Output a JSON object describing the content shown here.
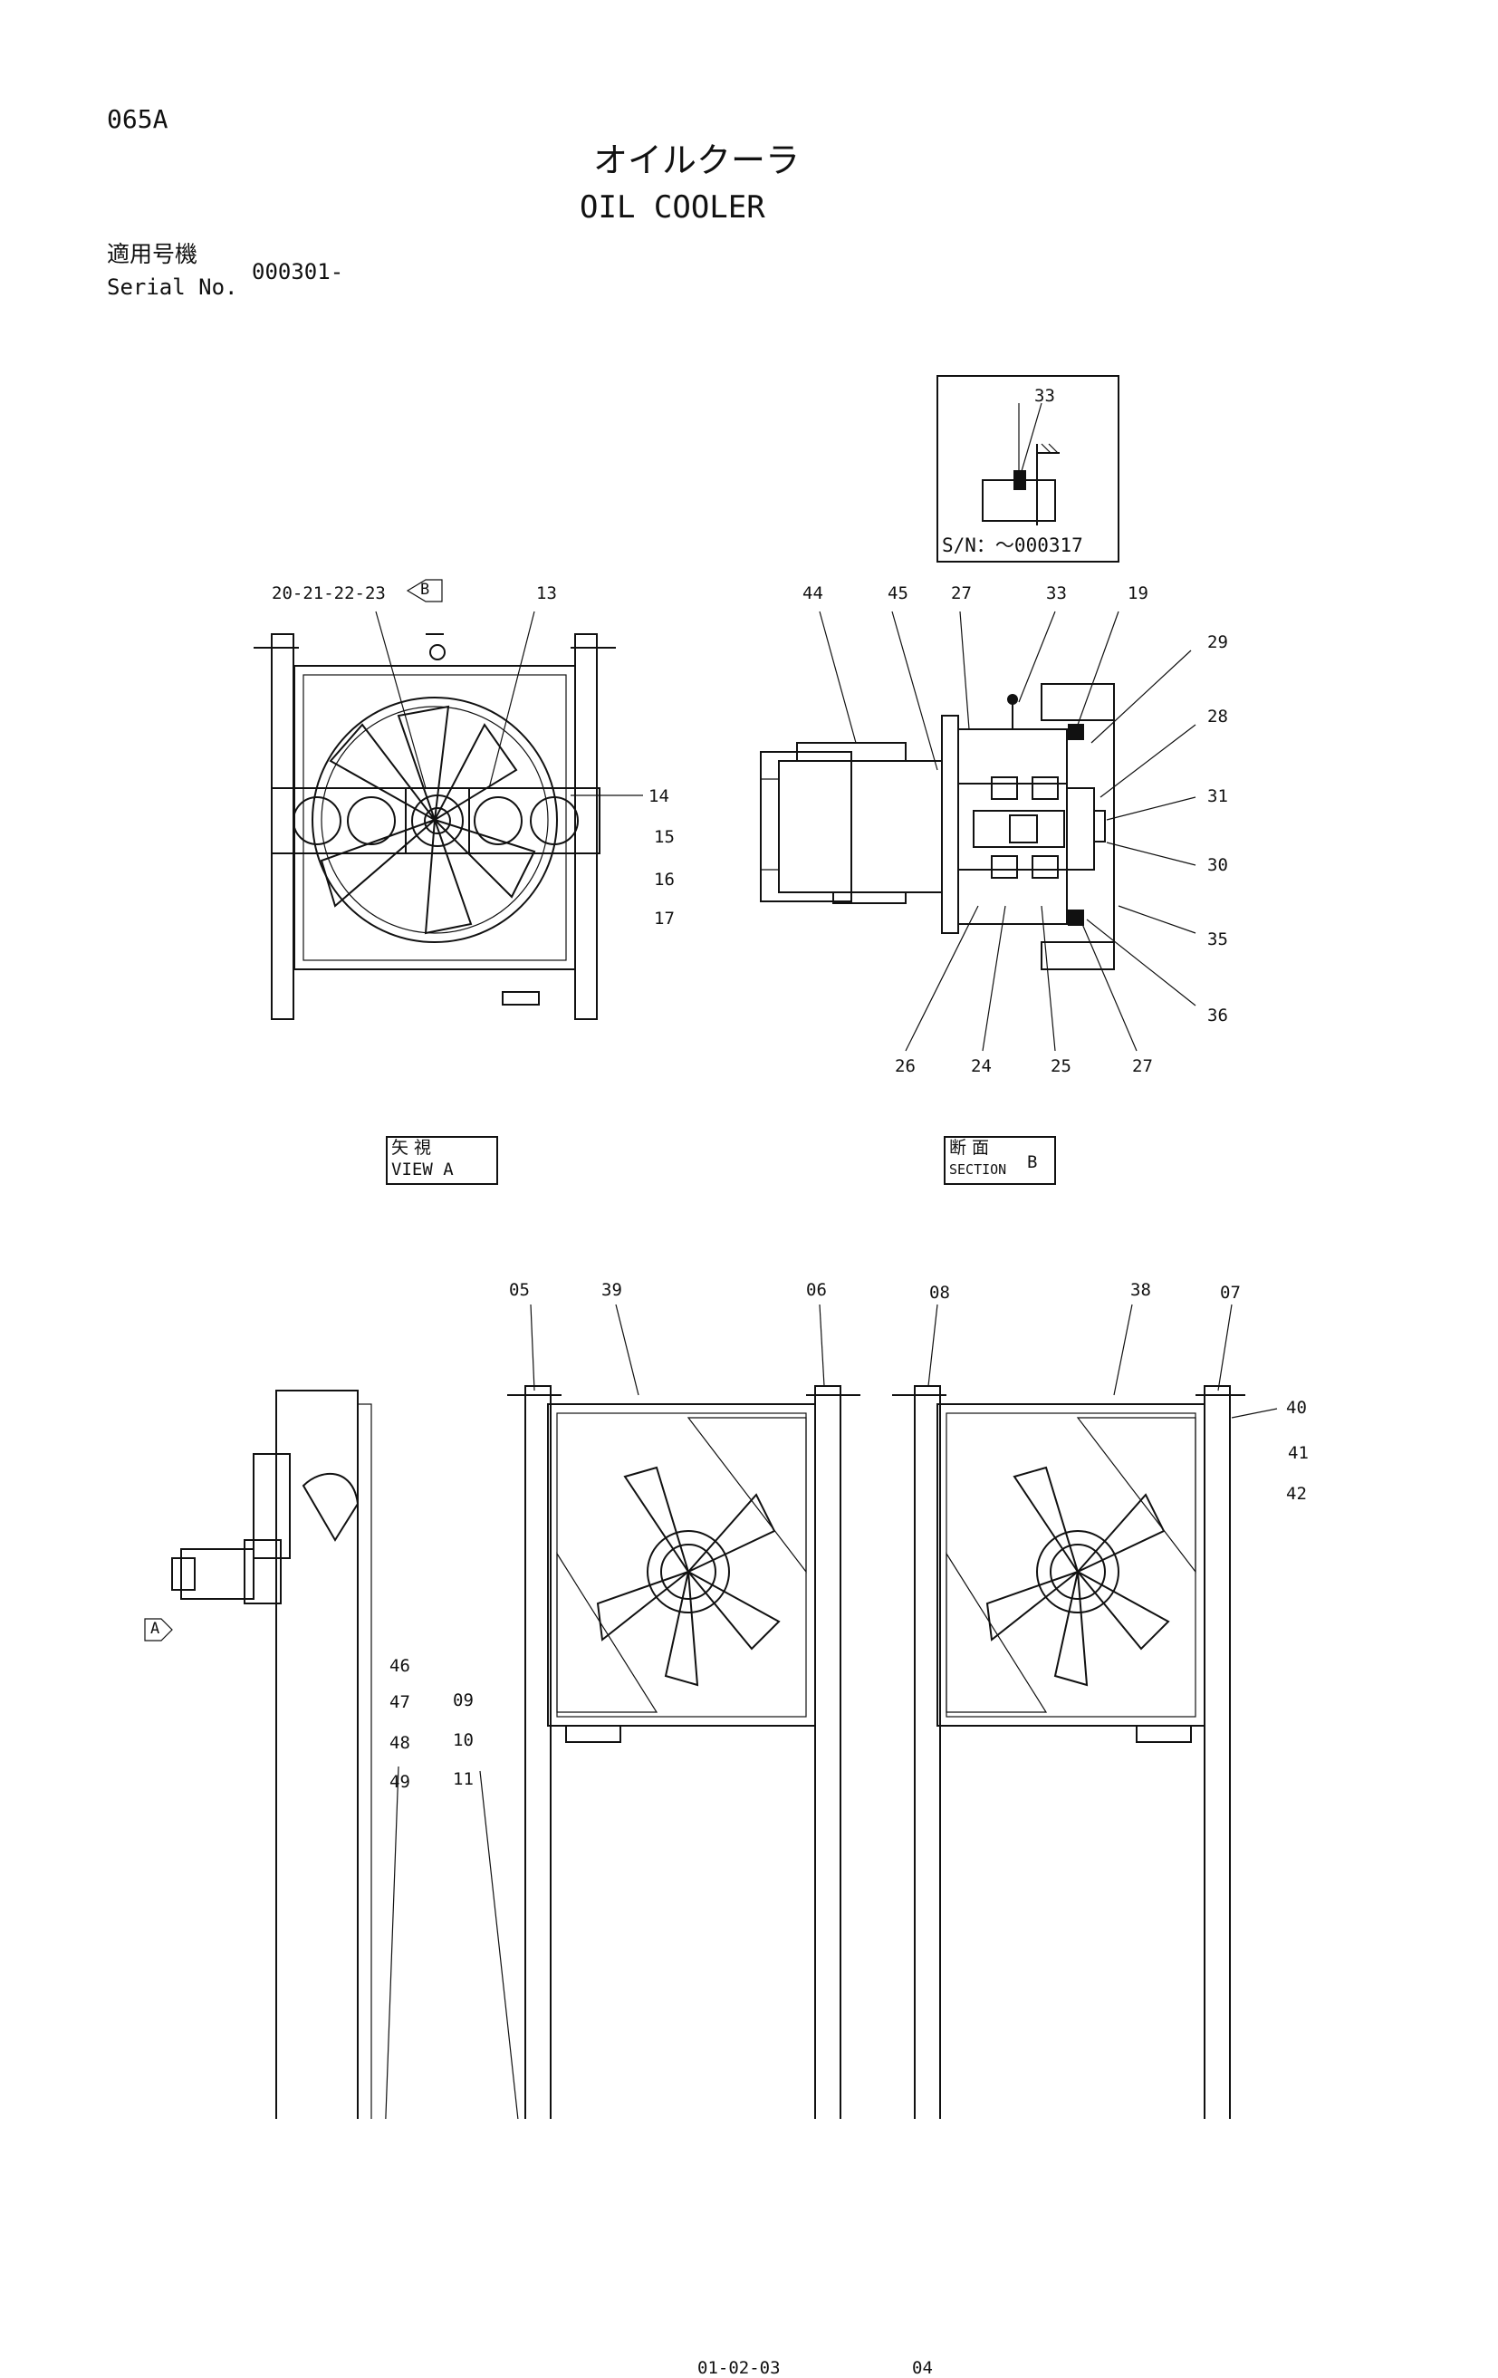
{
  "header": {
    "page_code": "065A",
    "title_jp": "オイルクーラ",
    "title_en": "OIL COOLER",
    "serial_label_jp": "適用号機",
    "serial_label_en": "Serial No.",
    "serial_value": "000301-"
  },
  "inset": {
    "callout": "33",
    "serial_note": "S/N：～000317"
  },
  "views": {
    "view_a": {
      "line1": "矢 視",
      "line2": "VIEW  A"
    },
    "section_b": {
      "line1": "断 面",
      "line2": "SECTION",
      "letter": "B"
    },
    "marker_a": "A",
    "marker_b": "B"
  },
  "callouts": {
    "view_a": {
      "c20_23": "20-21-22-23",
      "c13": "13",
      "c14": "14",
      "c15": "15",
      "c16": "16",
      "c17": "17"
    },
    "section_b": {
      "c44": "44",
      "c45": "45",
      "c27a": "27",
      "c33": "33",
      "c19": "19",
      "c29": "29",
      "c28": "28",
      "c31": "31",
      "c30": "30",
      "c35": "35",
      "c36": "36",
      "c26": "26",
      "c24": "24",
      "c25": "25",
      "c27b": "27"
    },
    "bottom": {
      "c05": "05",
      "c39": "39",
      "c06": "06",
      "c08": "08",
      "c38": "38",
      "c07": "07",
      "c40": "40",
      "c41": "41",
      "c42": "42",
      "c46": "46",
      "c47": "47",
      "c48": "48",
      "c49": "49",
      "c09": "09",
      "c10": "10",
      "c11": "11",
      "c01_03": "01-02-03",
      "c04": "04"
    }
  }
}
